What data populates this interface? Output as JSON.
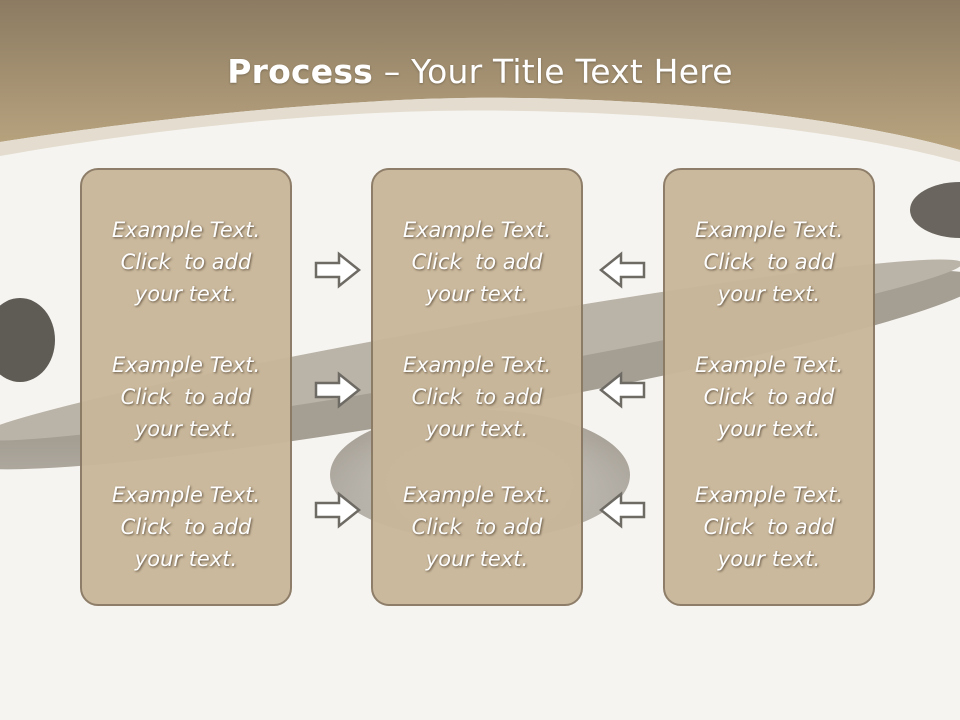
{
  "title": {
    "bold": "Process",
    "rest": " – Your Title Text Here"
  },
  "panels": [
    {
      "blocks": [
        {
          "line1": "Example Text.",
          "line2": "Click  to add",
          "line3": "your text."
        },
        {
          "line1": "Example Text.",
          "line2": "Click  to add",
          "line3": "your text."
        },
        {
          "line1": "Example Text.",
          "line2": "Click  to add",
          "line3": "your text."
        }
      ]
    },
    {
      "blocks": [
        {
          "line1": "Example Text.",
          "line2": "Click  to add",
          "line3": "your text."
        },
        {
          "line1": "Example Text.",
          "line2": "Click  to add",
          "line3": "your text."
        },
        {
          "line1": "Example Text.",
          "line2": "Click  to add",
          "line3": "your text."
        }
      ]
    },
    {
      "blocks": [
        {
          "line1": "Example Text.",
          "line2": "Click  to add",
          "line3": "your text."
        },
        {
          "line1": "Example Text.",
          "line2": "Click  to add",
          "line3": "your text."
        },
        {
          "line1": "Example Text.",
          "line2": "Click  to add",
          "line3": "your text."
        }
      ]
    }
  ],
  "colors": {
    "header": "#b29d7b",
    "panel": "#c9b79a",
    "panel_border": "#8a7a64",
    "text": "#ffffff"
  },
  "icons": {
    "left_column_arrows": "arrow-right-icon",
    "right_column_arrows": "arrow-left-icon"
  }
}
